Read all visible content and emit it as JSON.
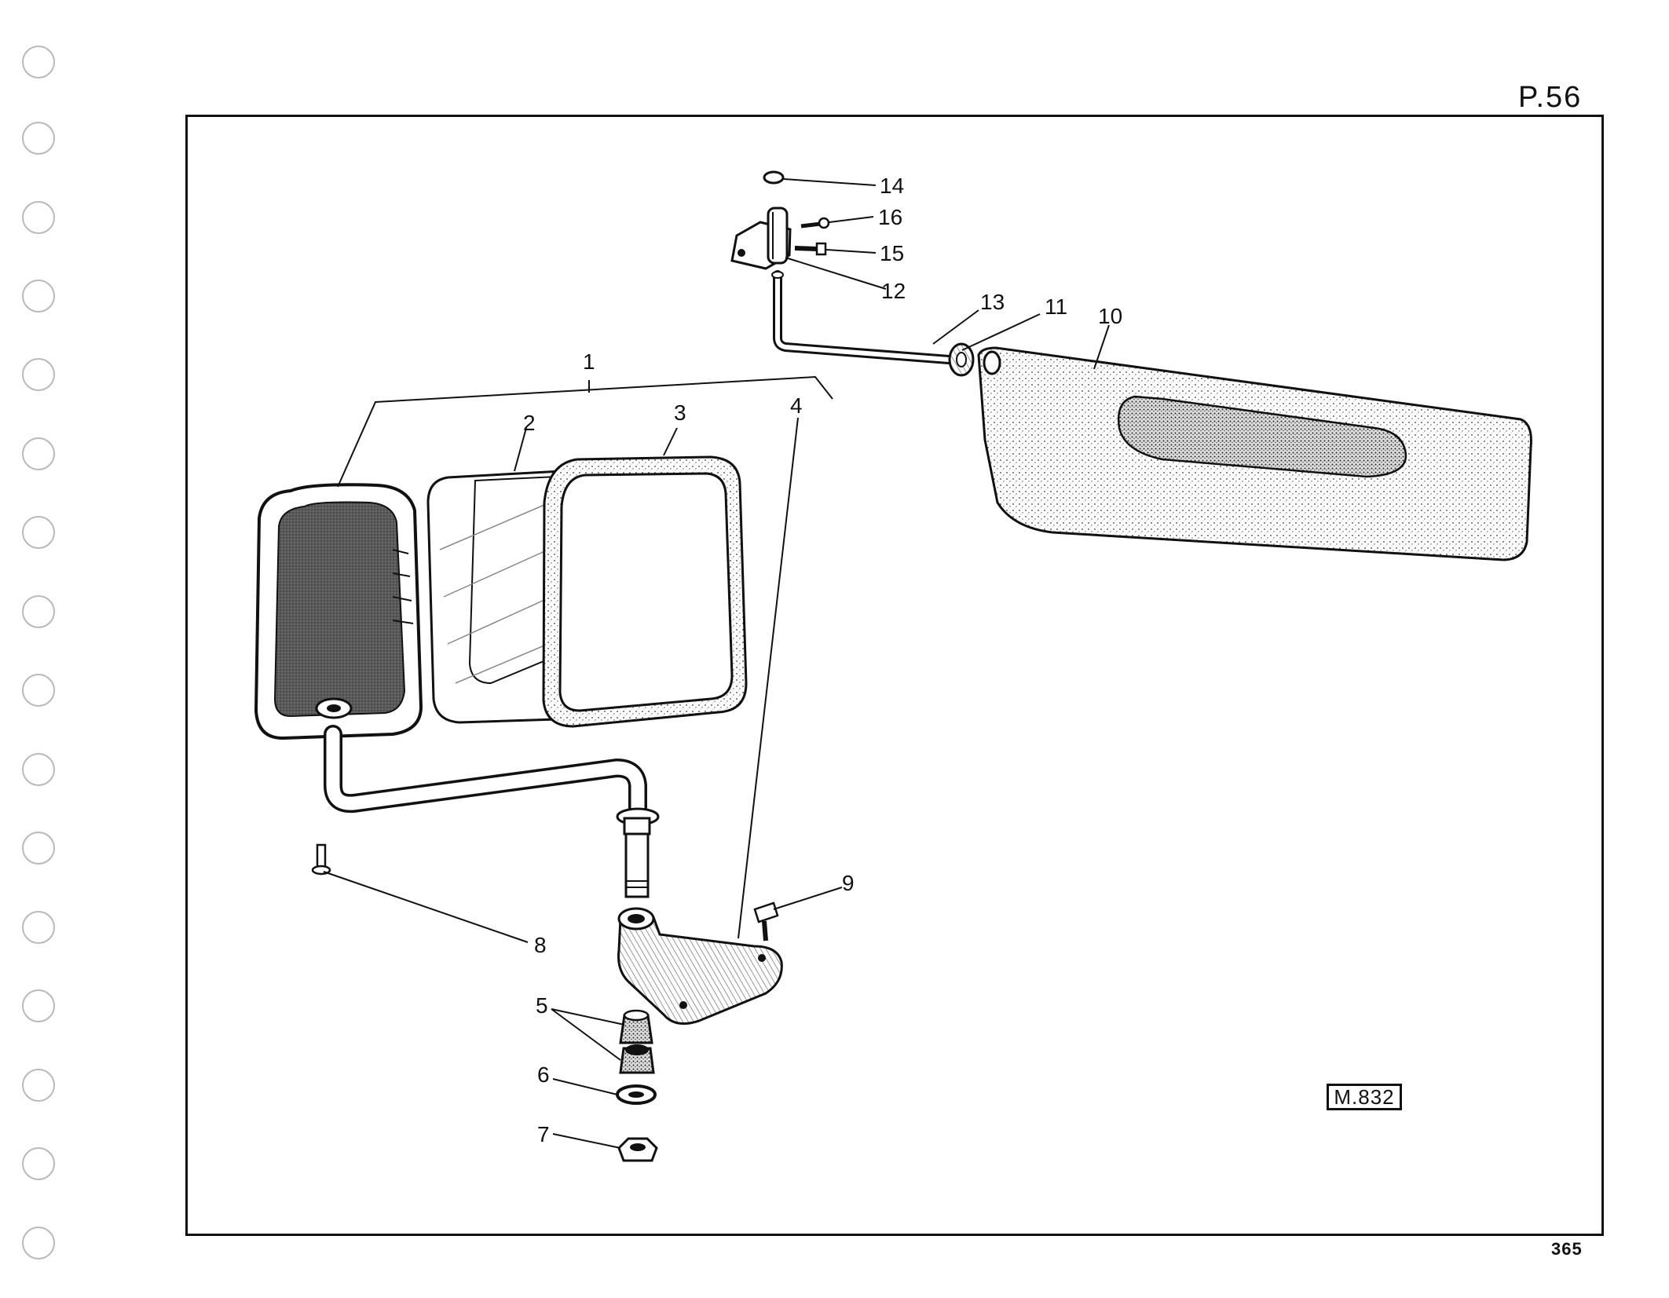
{
  "page_reference": "P.56",
  "page_number": "365",
  "drawing_code": "M.832",
  "callouts": {
    "c1": "1",
    "c2": "2",
    "c3": "3",
    "c4": "4",
    "c5": "5",
    "c6": "6",
    "c7": "7",
    "c8": "8",
    "c9": "9",
    "c10": "10",
    "c11": "11",
    "c12": "12",
    "c13": "13",
    "c14": "14",
    "c15": "15",
    "c16": "16"
  }
}
